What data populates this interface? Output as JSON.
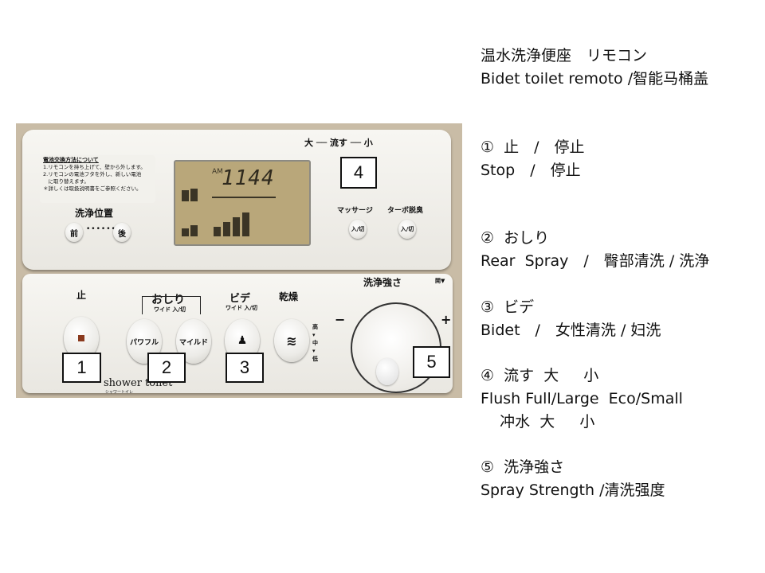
{
  "photo": {
    "notice": {
      "title": "電池交換方法について",
      "lines": [
        "1.リモコンを持ち上げて、壁から外します。",
        "2.リモコンの電池フタを外し、新しい電池",
        "　に取り替えます。",
        "＊詳しくは取扱説明書をご参照ください。"
      ]
    },
    "position_label": "洗浄位置",
    "front_button": "前",
    "dots": "••••••",
    "back_button": "後",
    "lcd_am": "AM",
    "lcd_time": "1144",
    "flush_label": "大 ── 流す ── 小",
    "massage_label": "マッサージ",
    "deodorize_label": "ターボ脱臭",
    "onoff": "入/切",
    "stop_label": "止",
    "oshiri_label": "おしり",
    "oshiri_sub": "ワイド 入/切",
    "powerful_button": "パワフル",
    "mild_button": "マイルド",
    "bidet_label": "ビデ",
    "bidet_sub": "ワイド 入/切",
    "dry_label": "乾燥",
    "dry_levels": "高▾中▾低",
    "strength_label": "洗浄強さ",
    "open_label": "開▼",
    "minus": "−",
    "plus": "+",
    "brand": "shower toilet",
    "brand_kana": "シャワートイレ",
    "callouts": [
      "1",
      "2",
      "3",
      "4",
      "5"
    ]
  },
  "notes": {
    "title_jp": "温水洗浄便座　リモコン",
    "title_en": "Bidet toilet remoto /智能马桶盖",
    "items": [
      {
        "heading": "①  止　/　停止",
        "lines": [
          "Stop　/　停止"
        ]
      },
      {
        "heading": "②  おしり",
        "lines": [
          "Rear  Spray　/　臀部清洗 / 洗浄"
        ]
      },
      {
        "heading": "③  ビデ",
        "lines": [
          "Bidet　/　女性清洗 / 妇洗"
        ]
      },
      {
        "heading": "④  流す  大　  小",
        "lines": [
          "Flush Full/Large  Eco/Small",
          "    冲水  大　  小"
        ]
      },
      {
        "heading": "⑤  洗浄強さ",
        "lines": [
          "Spray Strength /清洗强度"
        ]
      }
    ]
  }
}
